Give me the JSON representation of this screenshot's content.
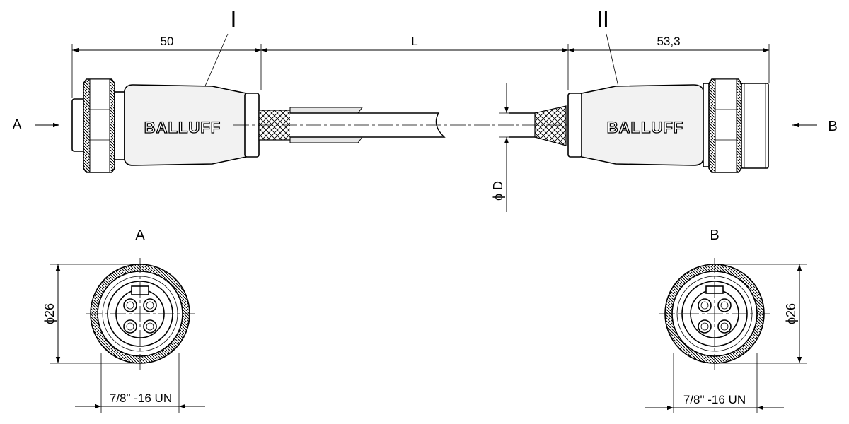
{
  "labels": {
    "connector_1": "I",
    "connector_2": "II",
    "view_a": "A",
    "view_b": "B",
    "arrow_a": "A",
    "arrow_b": "B"
  },
  "dimensions": {
    "length_left": "50",
    "cable_length": "L",
    "length_right": "53,3",
    "cable_diameter": "ϕ D",
    "diameter_a": "ϕ26",
    "diameter_b": "ϕ26",
    "thread_a": "7/8\" -16 UN",
    "thread_b": "7/8\" -16 UN"
  },
  "branding": {
    "logo_left": "BALLUFF",
    "logo_right": "BALLUFF"
  }
}
